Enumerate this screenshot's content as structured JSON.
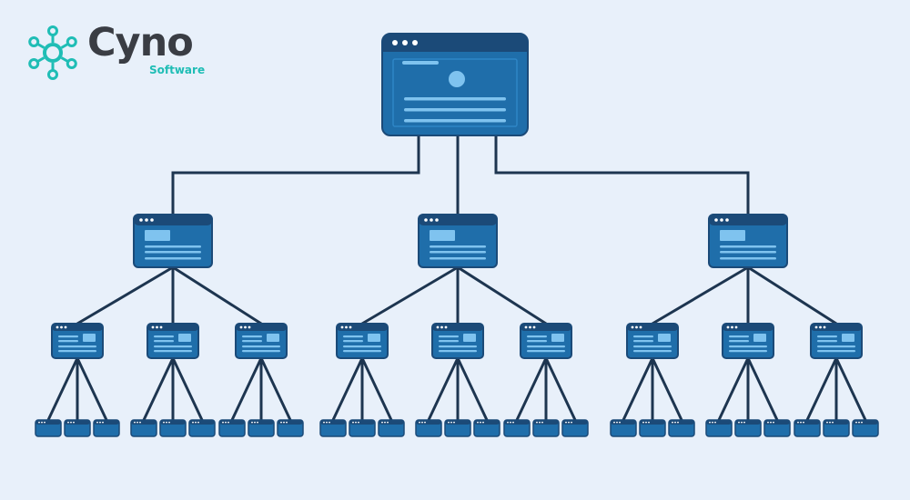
{
  "brand": {
    "name": "Cyno",
    "tagline": "Software",
    "icon": "network-hub-icon",
    "word_color": "#3a3d44",
    "accent_color": "#1fbdb5"
  },
  "diagram": {
    "type": "site-hierarchy-tree",
    "levels": 4,
    "children_per_node": [
      3,
      3,
      3
    ],
    "node_icon": "browser-window-icon",
    "colors": {
      "background": "#e8f0fa",
      "node_fill": "#1f6eaa",
      "node_border": "#1b4a78",
      "node_detail": "#7fc3ef",
      "connector": "#1d3550"
    }
  }
}
